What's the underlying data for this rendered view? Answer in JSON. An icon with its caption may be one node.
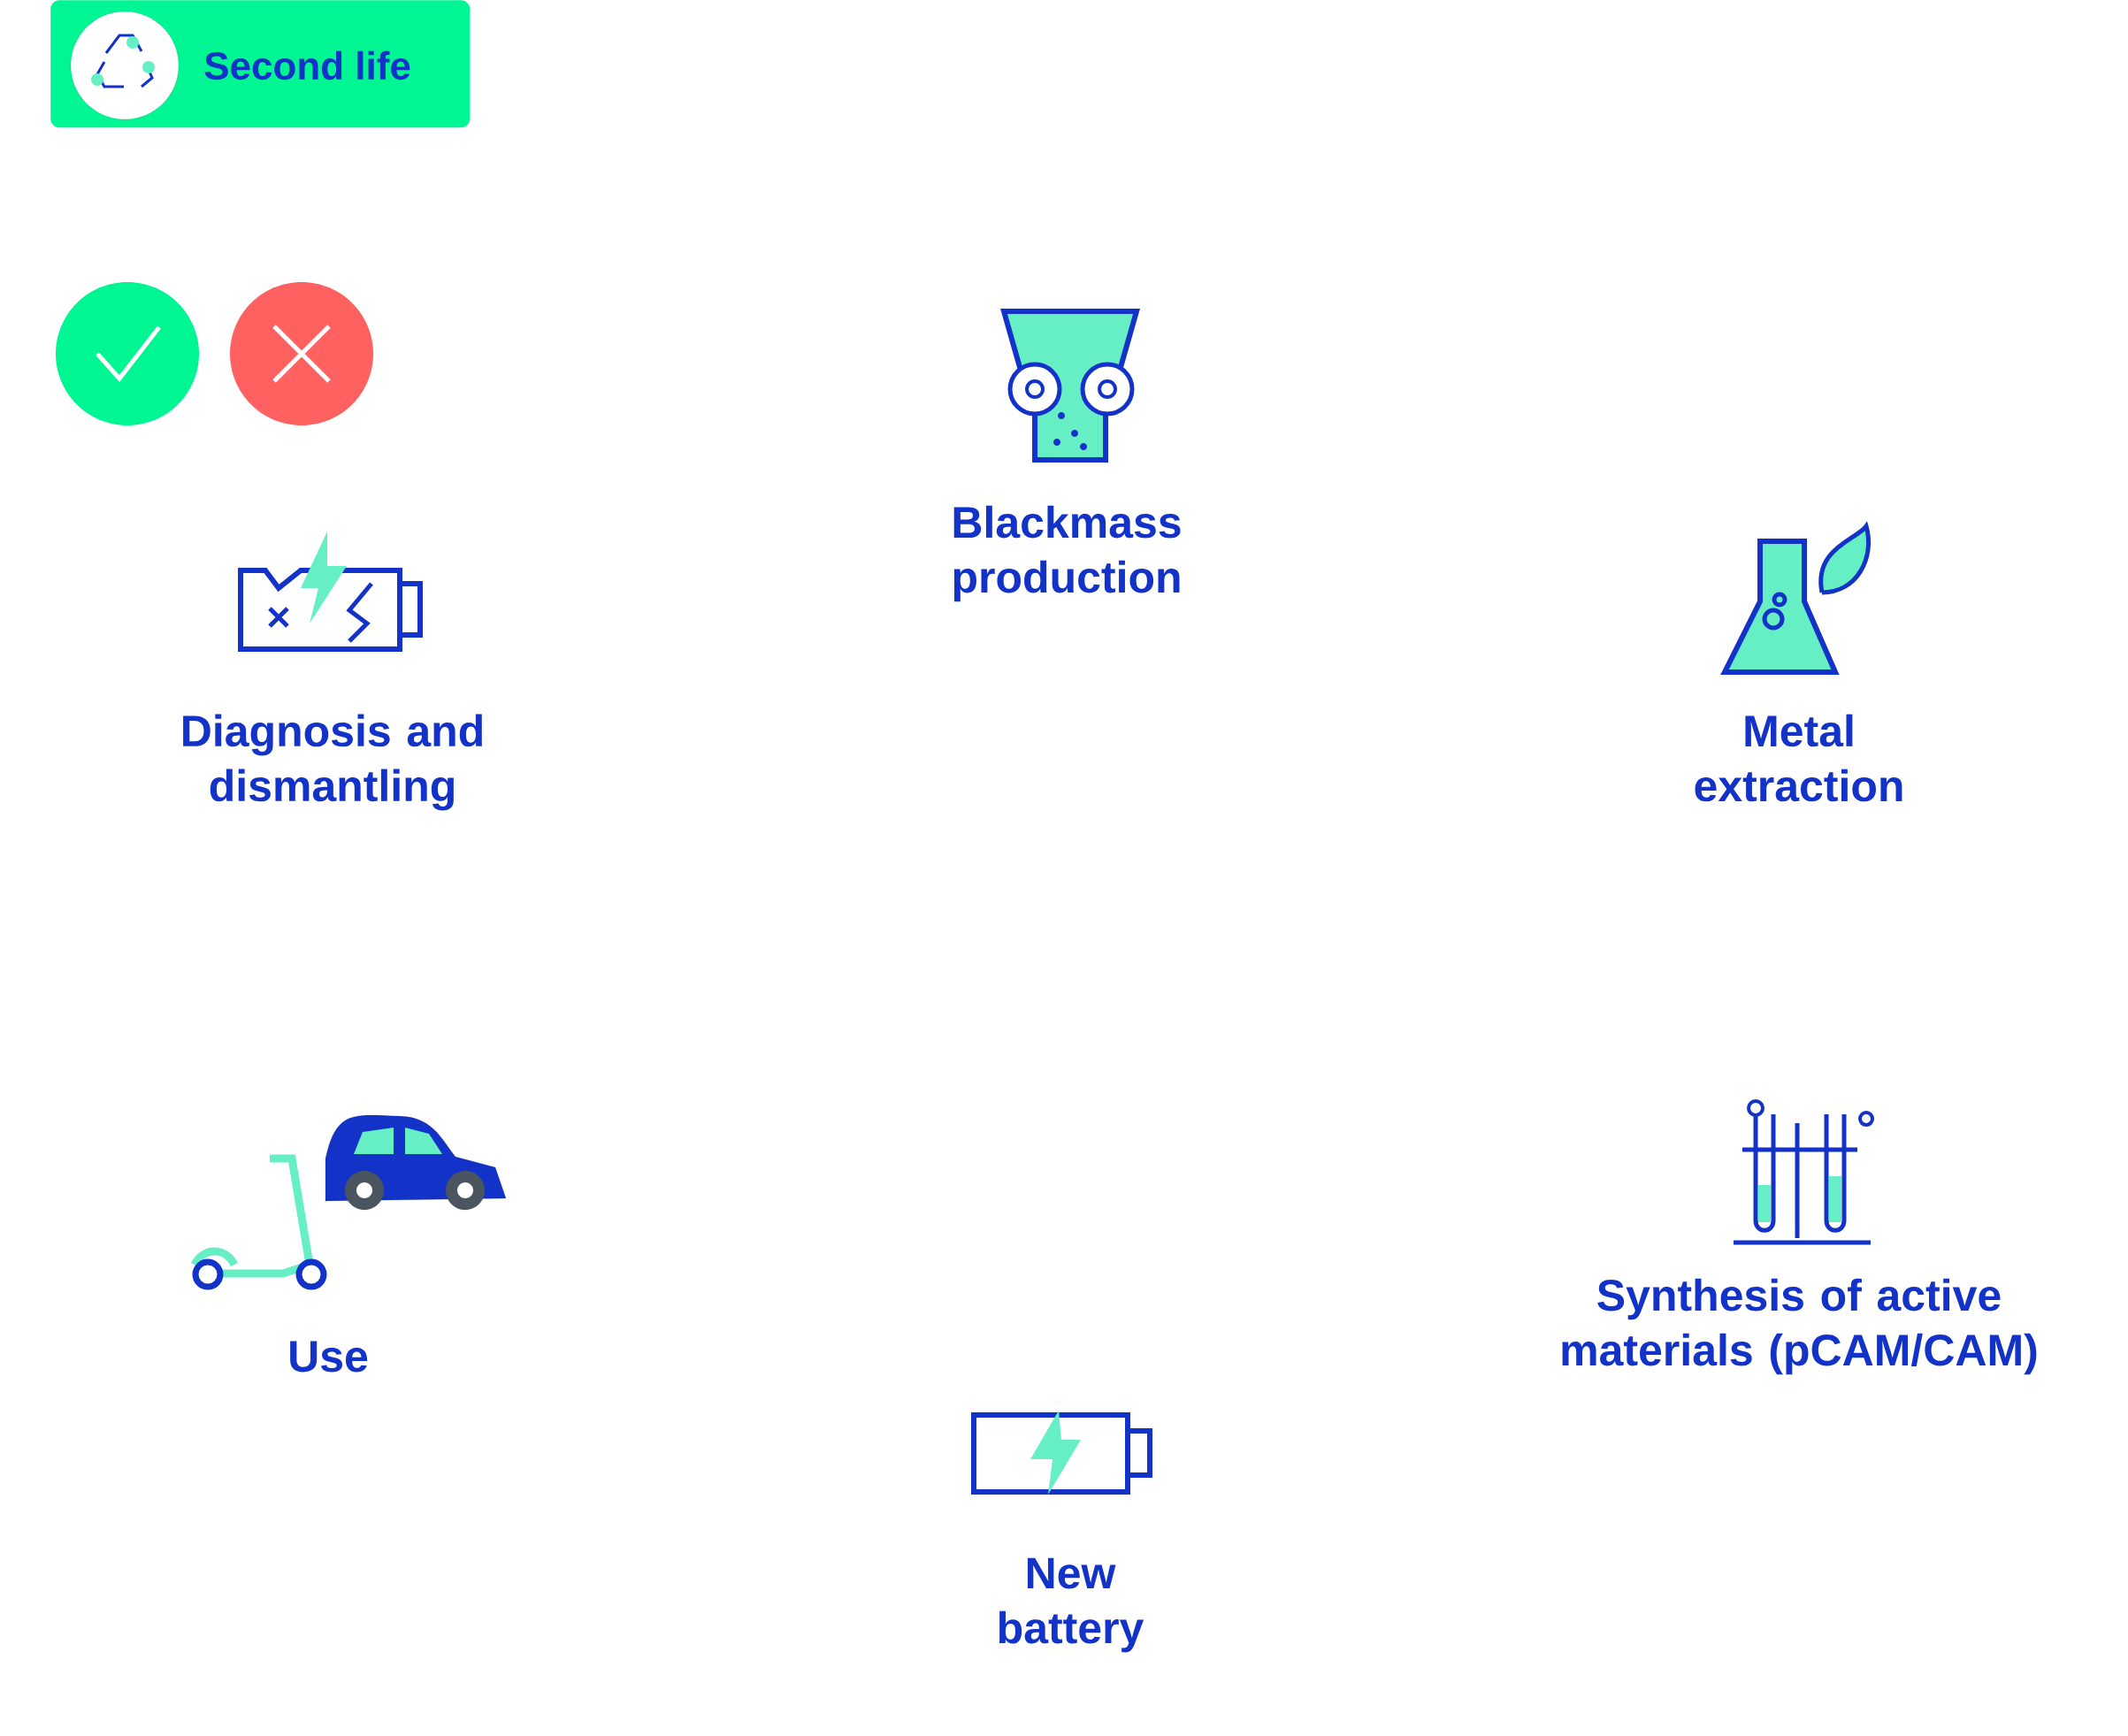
{
  "diagram": {
    "nodes": [
      {
        "text": [
          "Second life"
        ]
      }
    ],
    "labels": [
      "Blackmass production",
      "Diagnosis and dismantling",
      "Metal extraction",
      "Use",
      "Synthesis of active materials (pCAM/CAM)",
      "New battery"
    ]
  }
}
